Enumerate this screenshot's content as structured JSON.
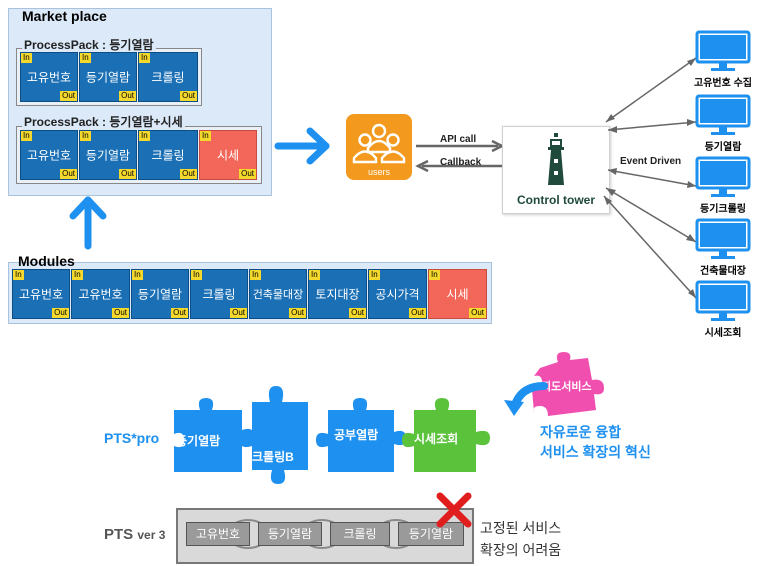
{
  "market": {
    "title": "Market place",
    "pack1": {
      "title": "ProcessPack : 등기열람",
      "items": [
        "고유번호",
        "등기열람",
        "크롤링"
      ]
    },
    "pack2": {
      "title": "ProcessPack : 등기열람+시세",
      "items": [
        "고유번호",
        "등기열람",
        "크롤링",
        "시세"
      ]
    }
  },
  "modules": {
    "title": "Modules",
    "items": [
      "고유번호",
      "고유번호",
      "등기열람",
      "크롤링",
      "건축물대장",
      "토지대장",
      "공시가격",
      "시세"
    ]
  },
  "tags": {
    "in": "In",
    "out": "Out"
  },
  "users": {
    "label": "users"
  },
  "links": {
    "api_call": "API call",
    "callback": "Callback",
    "event_driven": "Event Driven"
  },
  "control_tower": {
    "label": "Control tower"
  },
  "monitors": [
    "고유번호 수집",
    "등기열람",
    "등기크롤링",
    "건축물대장",
    "시세조회"
  ],
  "pts_pro": {
    "label": "PTS*pro",
    "pieces": [
      "등기열람",
      "크롤링B",
      "공부열람",
      "시세조회"
    ],
    "floating_piece": "지도서비스",
    "caption_line1": "자유로운 융합",
    "caption_line2": "서비스 확장의 혁신"
  },
  "pts_v3": {
    "label": "PTS",
    "label_suffix": "ver 3",
    "items": [
      "고유번호",
      "등기열람",
      "크롤링",
      "등기열람"
    ],
    "caption_line1": "고정된 서비스",
    "caption_line2": "확장의 어려움"
  },
  "colors": {
    "module_blue": "#1a6fb5",
    "module_red": "#f3675a",
    "tag_yellow": "#f4d92c",
    "arrow_blue": "#1e90ef",
    "users_orange": "#f39a1e",
    "piece_blue": "#1e90ef",
    "piece_green": "#5bc23b",
    "piece_pink": "#f04fb0",
    "tower_green": "#1f4a3c",
    "x_red": "#e01e1e"
  }
}
